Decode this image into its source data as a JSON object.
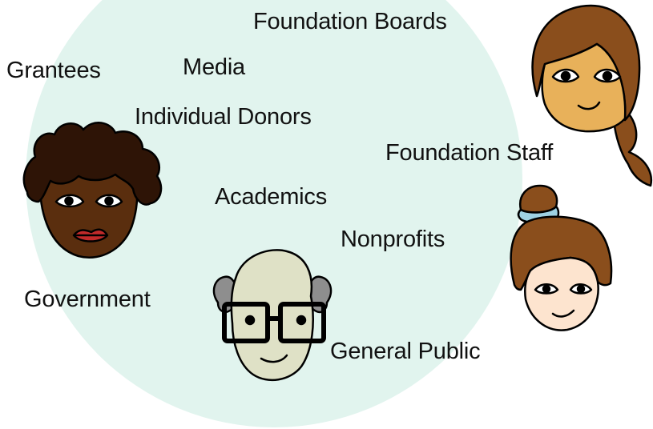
{
  "stakeholders": {
    "foundation_boards": "Foundation Boards",
    "grantees": "Grantees",
    "media": "Media",
    "individual_donors": "Individual Donors",
    "foundation_staff": "Foundation Staff",
    "academics": "Academics",
    "nonprofits": "Nonprofits",
    "government": "Government",
    "general_public": "General Public"
  },
  "colors": {
    "circle": "#e1f4ee",
    "text": "#111111",
    "skin_tan": "#e8b15a",
    "skin_dark": "#5a2e0e",
    "skin_pale": "#dfe1c6",
    "skin_light": "#fde4cf",
    "hair_brown": "#8a4e1c",
    "hair_dark": "#2e1406",
    "hair_gray": "#8e8e8e",
    "hair_band": "#9ed1e2",
    "lips": "#c12a2a"
  },
  "icons": [
    "woman-braid-face-icon",
    "woman-curly-hair-face-icon",
    "man-glasses-face-icon",
    "woman-bun-face-icon"
  ]
}
